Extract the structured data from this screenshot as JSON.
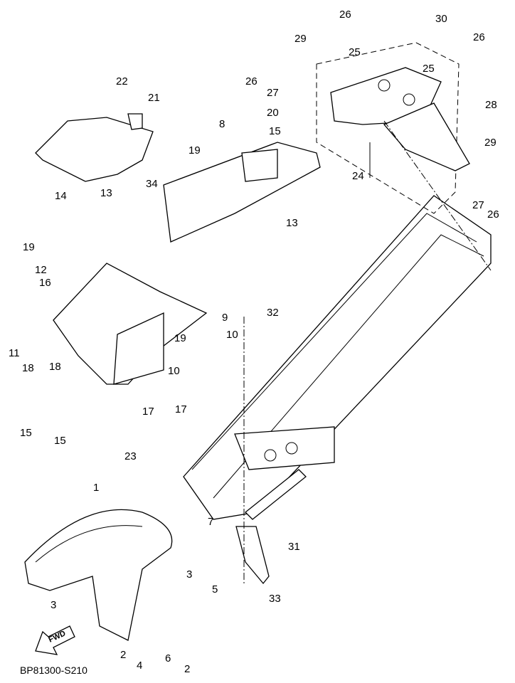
{
  "diagram": {
    "title": "Rear fender / front fender parts diagram",
    "drawing_code": "BP81300-S210",
    "direction_marker": "FWD",
    "callouts": [
      {
        "id": "c1",
        "text": "1"
      },
      {
        "id": "c2a",
        "text": "2"
      },
      {
        "id": "c2b",
        "text": "2"
      },
      {
        "id": "c3a",
        "text": "3"
      },
      {
        "id": "c3b",
        "text": "3"
      },
      {
        "id": "c4",
        "text": "4"
      },
      {
        "id": "c5",
        "text": "5"
      },
      {
        "id": "c6",
        "text": "6"
      },
      {
        "id": "c7",
        "text": "7"
      },
      {
        "id": "c8",
        "text": "8"
      },
      {
        "id": "c9",
        "text": "9"
      },
      {
        "id": "c10a",
        "text": "10"
      },
      {
        "id": "c10b",
        "text": "10"
      },
      {
        "id": "c11",
        "text": "11"
      },
      {
        "id": "c12",
        "text": "12"
      },
      {
        "id": "c13a",
        "text": "13"
      },
      {
        "id": "c13b",
        "text": "13"
      },
      {
        "id": "c14",
        "text": "14"
      },
      {
        "id": "c15a",
        "text": "15"
      },
      {
        "id": "c15b",
        "text": "15"
      },
      {
        "id": "c15c",
        "text": "15"
      },
      {
        "id": "c16",
        "text": "16"
      },
      {
        "id": "c17a",
        "text": "17"
      },
      {
        "id": "c17b",
        "text": "17"
      },
      {
        "id": "c18a",
        "text": "18"
      },
      {
        "id": "c18b",
        "text": "18"
      },
      {
        "id": "c19a",
        "text": "19"
      },
      {
        "id": "c19b",
        "text": "19"
      },
      {
        "id": "c19c",
        "text": "19"
      },
      {
        "id": "c20",
        "text": "20"
      },
      {
        "id": "c21",
        "text": "21"
      },
      {
        "id": "c22",
        "text": "22"
      },
      {
        "id": "c23",
        "text": "23"
      },
      {
        "id": "c24",
        "text": "24"
      },
      {
        "id": "c25a",
        "text": "25"
      },
      {
        "id": "c25b",
        "text": "25"
      },
      {
        "id": "c26a",
        "text": "26"
      },
      {
        "id": "c26b",
        "text": "26"
      },
      {
        "id": "c26c",
        "text": "26"
      },
      {
        "id": "c26d",
        "text": "26"
      },
      {
        "id": "c27a",
        "text": "27"
      },
      {
        "id": "c27b",
        "text": "27"
      },
      {
        "id": "c28",
        "text": "28"
      },
      {
        "id": "c29a",
        "text": "29"
      },
      {
        "id": "c29b",
        "text": "29"
      },
      {
        "id": "c30",
        "text": "30"
      },
      {
        "id": "c31",
        "text": "31"
      },
      {
        "id": "c32",
        "text": "32"
      },
      {
        "id": "c33",
        "text": "33"
      },
      {
        "id": "c34",
        "text": "34"
      }
    ]
  }
}
